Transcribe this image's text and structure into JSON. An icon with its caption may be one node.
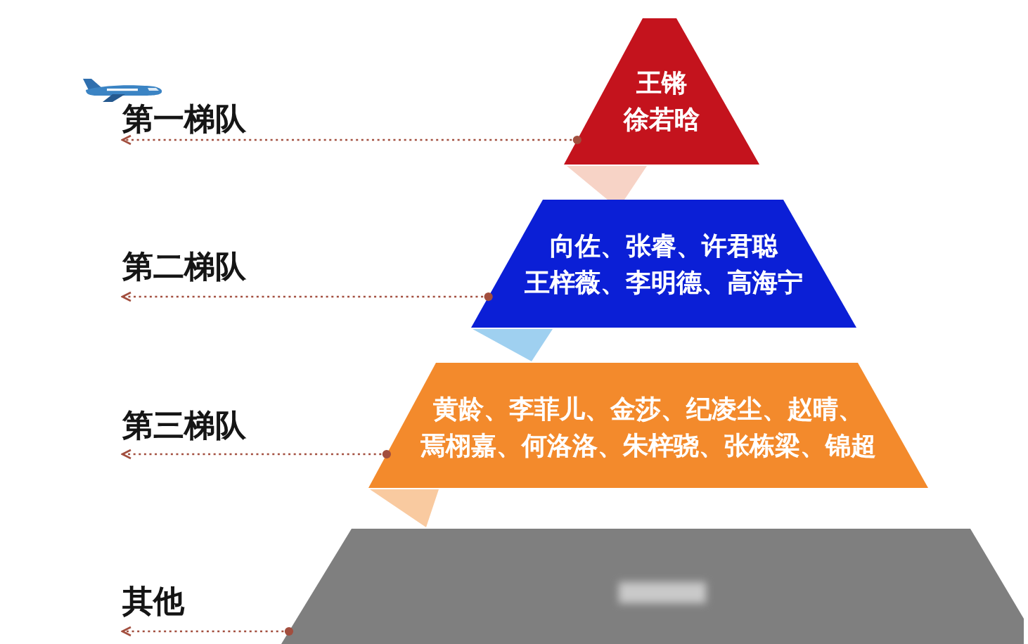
{
  "diagram": {
    "nodes": [
      {
        "text": [
          "王锵",
          "徐若晗"
        ]
      },
      {
        "text": [
          "第一梯队"
        ]
      },
      {
        "text": [
          "向佐、张睿、许君聪",
          "王梓薇、李明德、高海宁"
        ]
      },
      {
        "text": [
          "第二梯队"
        ]
      },
      {
        "text": [
          "黄龄、李菲儿、金莎、纪凌尘、赵晴、焉栩嘉、何洛洛、朱梓骁、张栋梁、锦超"
        ]
      },
      {
        "text": [
          "第三梯队"
        ]
      },
      {
        "text": [],
        "shape": "trapezoid"
      },
      {
        "text": [
          "其他"
        ]
      }
    ],
    "edges": [
      {
        "from": 0,
        "to": 1,
        "arrow": "to",
        "style": "dashed"
      },
      {
        "from": 2,
        "to": 3,
        "arrow": "to",
        "style": "dashed"
      },
      {
        "from": 4,
        "to": 5,
        "arrow": "to",
        "style": "dashed"
      },
      {
        "from": 6,
        "to": 7,
        "arrow": "to",
        "style": "dashed"
      }
    ]
  }
}
